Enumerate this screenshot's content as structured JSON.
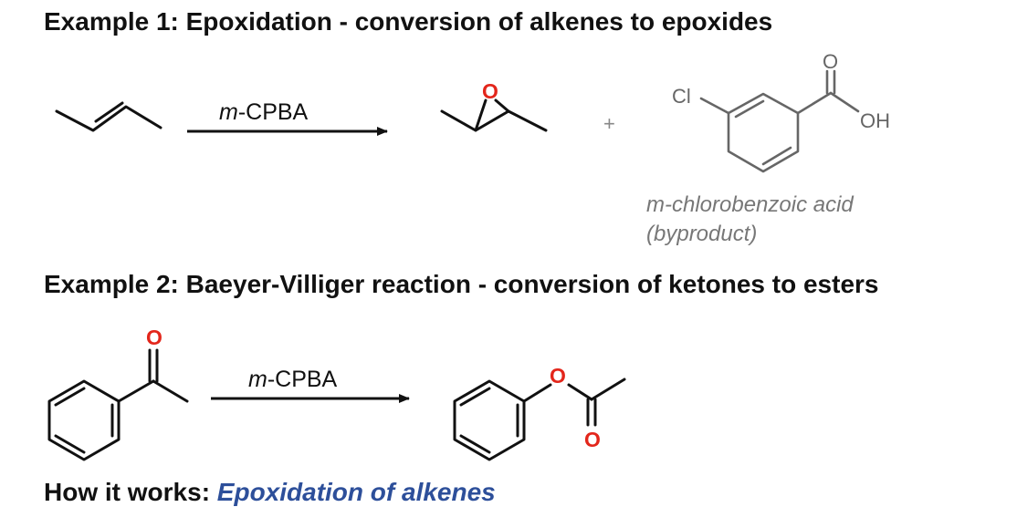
{
  "headings": {
    "example1": "Example 1: Epoxidation - conversion of alkenes to epoxides",
    "example2": "Example 2: Baeyer-Villiger reaction - conversion of ketones to esters",
    "example3_lead": "How it works: ",
    "example3_link": "Epoxidation of alkenes"
  },
  "example1": {
    "reagent_prefix": "m",
    "reagent_suffix": "-CPBA",
    "plus": "+",
    "atom_o": "O",
    "byproduct_cl": "Cl",
    "byproduct_oh": "OH",
    "byproduct_o": "O",
    "byproduct_name": "m-chlorobenzoic acid",
    "byproduct_note": "(byproduct)"
  },
  "example2": {
    "reagent_prefix": "m",
    "reagent_suffix": "-CPBA",
    "ketone_o": "O",
    "ester_o": "O",
    "ester_carbonyl_o": "O"
  },
  "colors": {
    "oxygen": "#e3261b",
    "byproduct": "#666666",
    "text": "#111111"
  }
}
